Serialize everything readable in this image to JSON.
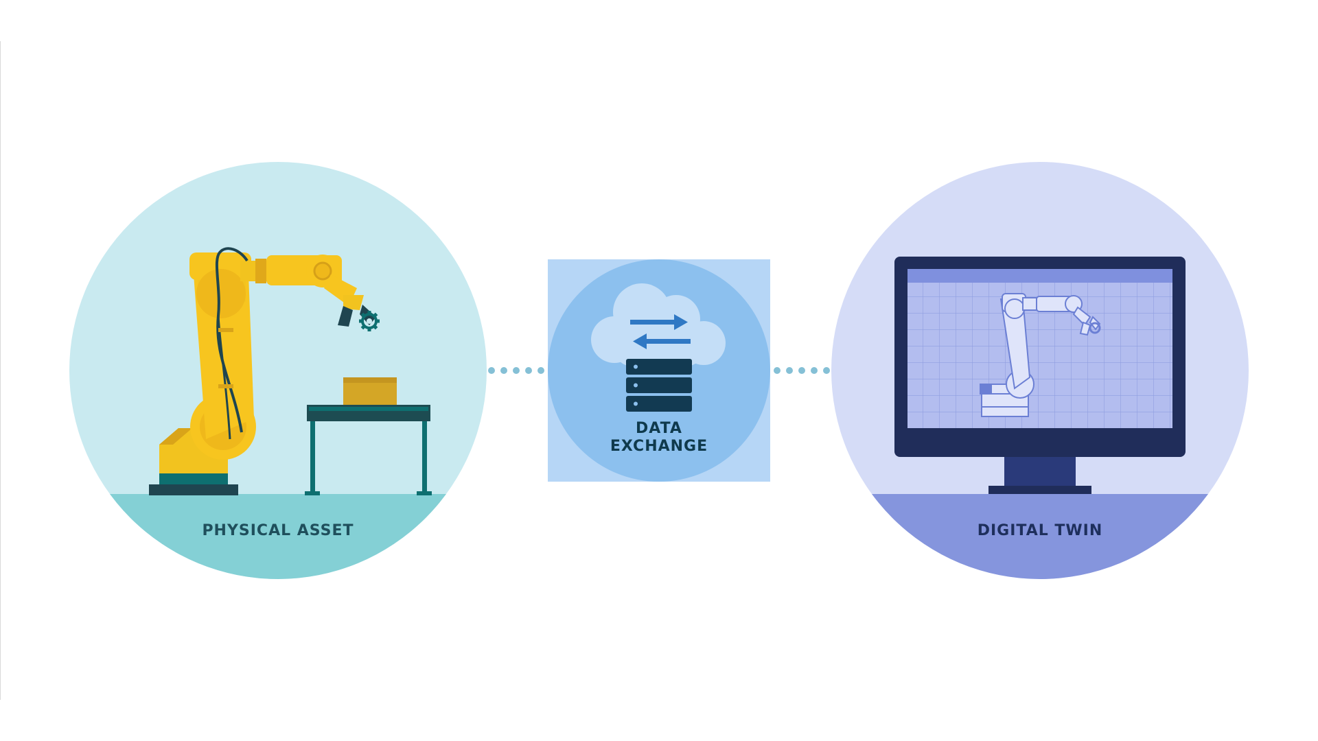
{
  "diagram": {
    "nodes": {
      "physical_asset": {
        "label": "PHYSICAL ASSET"
      },
      "data_exchange": {
        "label_line1": "DATA",
        "label_line2": "EXCHANGE"
      },
      "digital_twin": {
        "label": "DIGITAL TWIN"
      }
    },
    "edges": [
      {
        "from": "physical_asset",
        "to": "data_exchange",
        "style": "dotted"
      },
      {
        "from": "data_exchange",
        "to": "digital_twin",
        "style": "dotted"
      }
    ]
  },
  "colors": {
    "physical_circle": "#c9eaf0",
    "physical_floor": "#84d0d5",
    "twin_circle": "#d5dcf7",
    "twin_floor": "#8595dd",
    "exchange_box": "#b6d6f6",
    "exchange_circle": "#8cc0ee",
    "connector": "#85c0d6",
    "robot_yellow": "#f7c51f",
    "monitor_dark": "#202d5a",
    "server_dark": "#123a52"
  },
  "icons": [
    "robot-arm-icon",
    "conveyor-table-icon",
    "cargo-box-icon",
    "cloud-icon",
    "transfer-arrows-icon",
    "server-stack-icon",
    "monitor-icon",
    "robot-arm-blueprint-icon",
    "gear-icon"
  ]
}
